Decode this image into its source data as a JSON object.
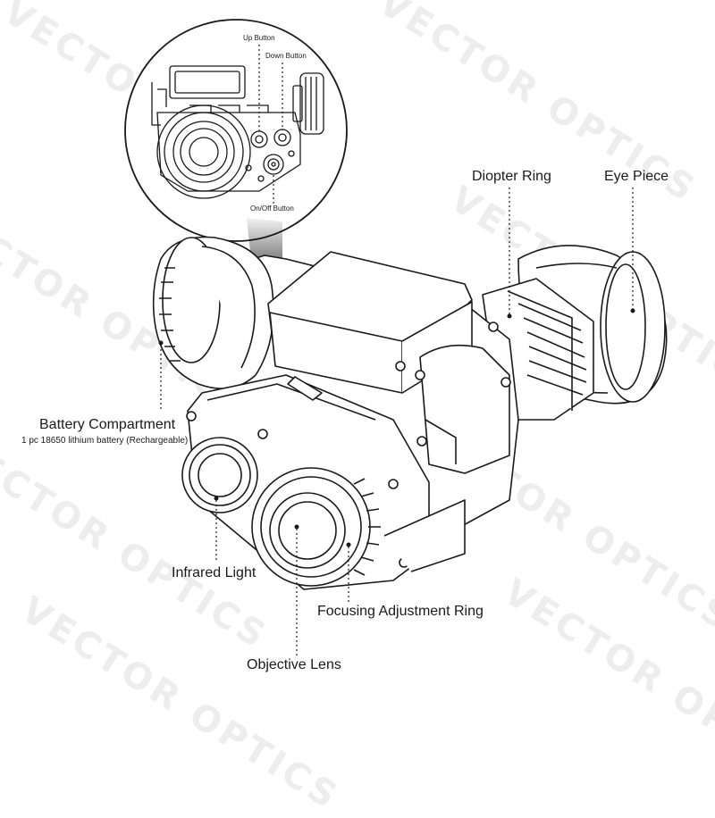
{
  "watermark": "VECTOR OPTICS",
  "callouts": {
    "up_button": "Up Button",
    "down_button": "Down Button",
    "onoff_button": "On/Off Button",
    "diopter_ring": "Diopter Ring",
    "eye_piece": "Eye Piece",
    "battery_compartment": "Battery Compartment",
    "battery_note": "1 pc 18650 lithium battery (Rechargeable)",
    "infrared_light": "Infrared Light",
    "focusing_ring": "Focusing Adjustment Ring",
    "objective_lens": "Objective Lens"
  },
  "colors": {
    "line": "#1a1a1a",
    "watermark": "#ededed",
    "shadow": "#000000"
  }
}
